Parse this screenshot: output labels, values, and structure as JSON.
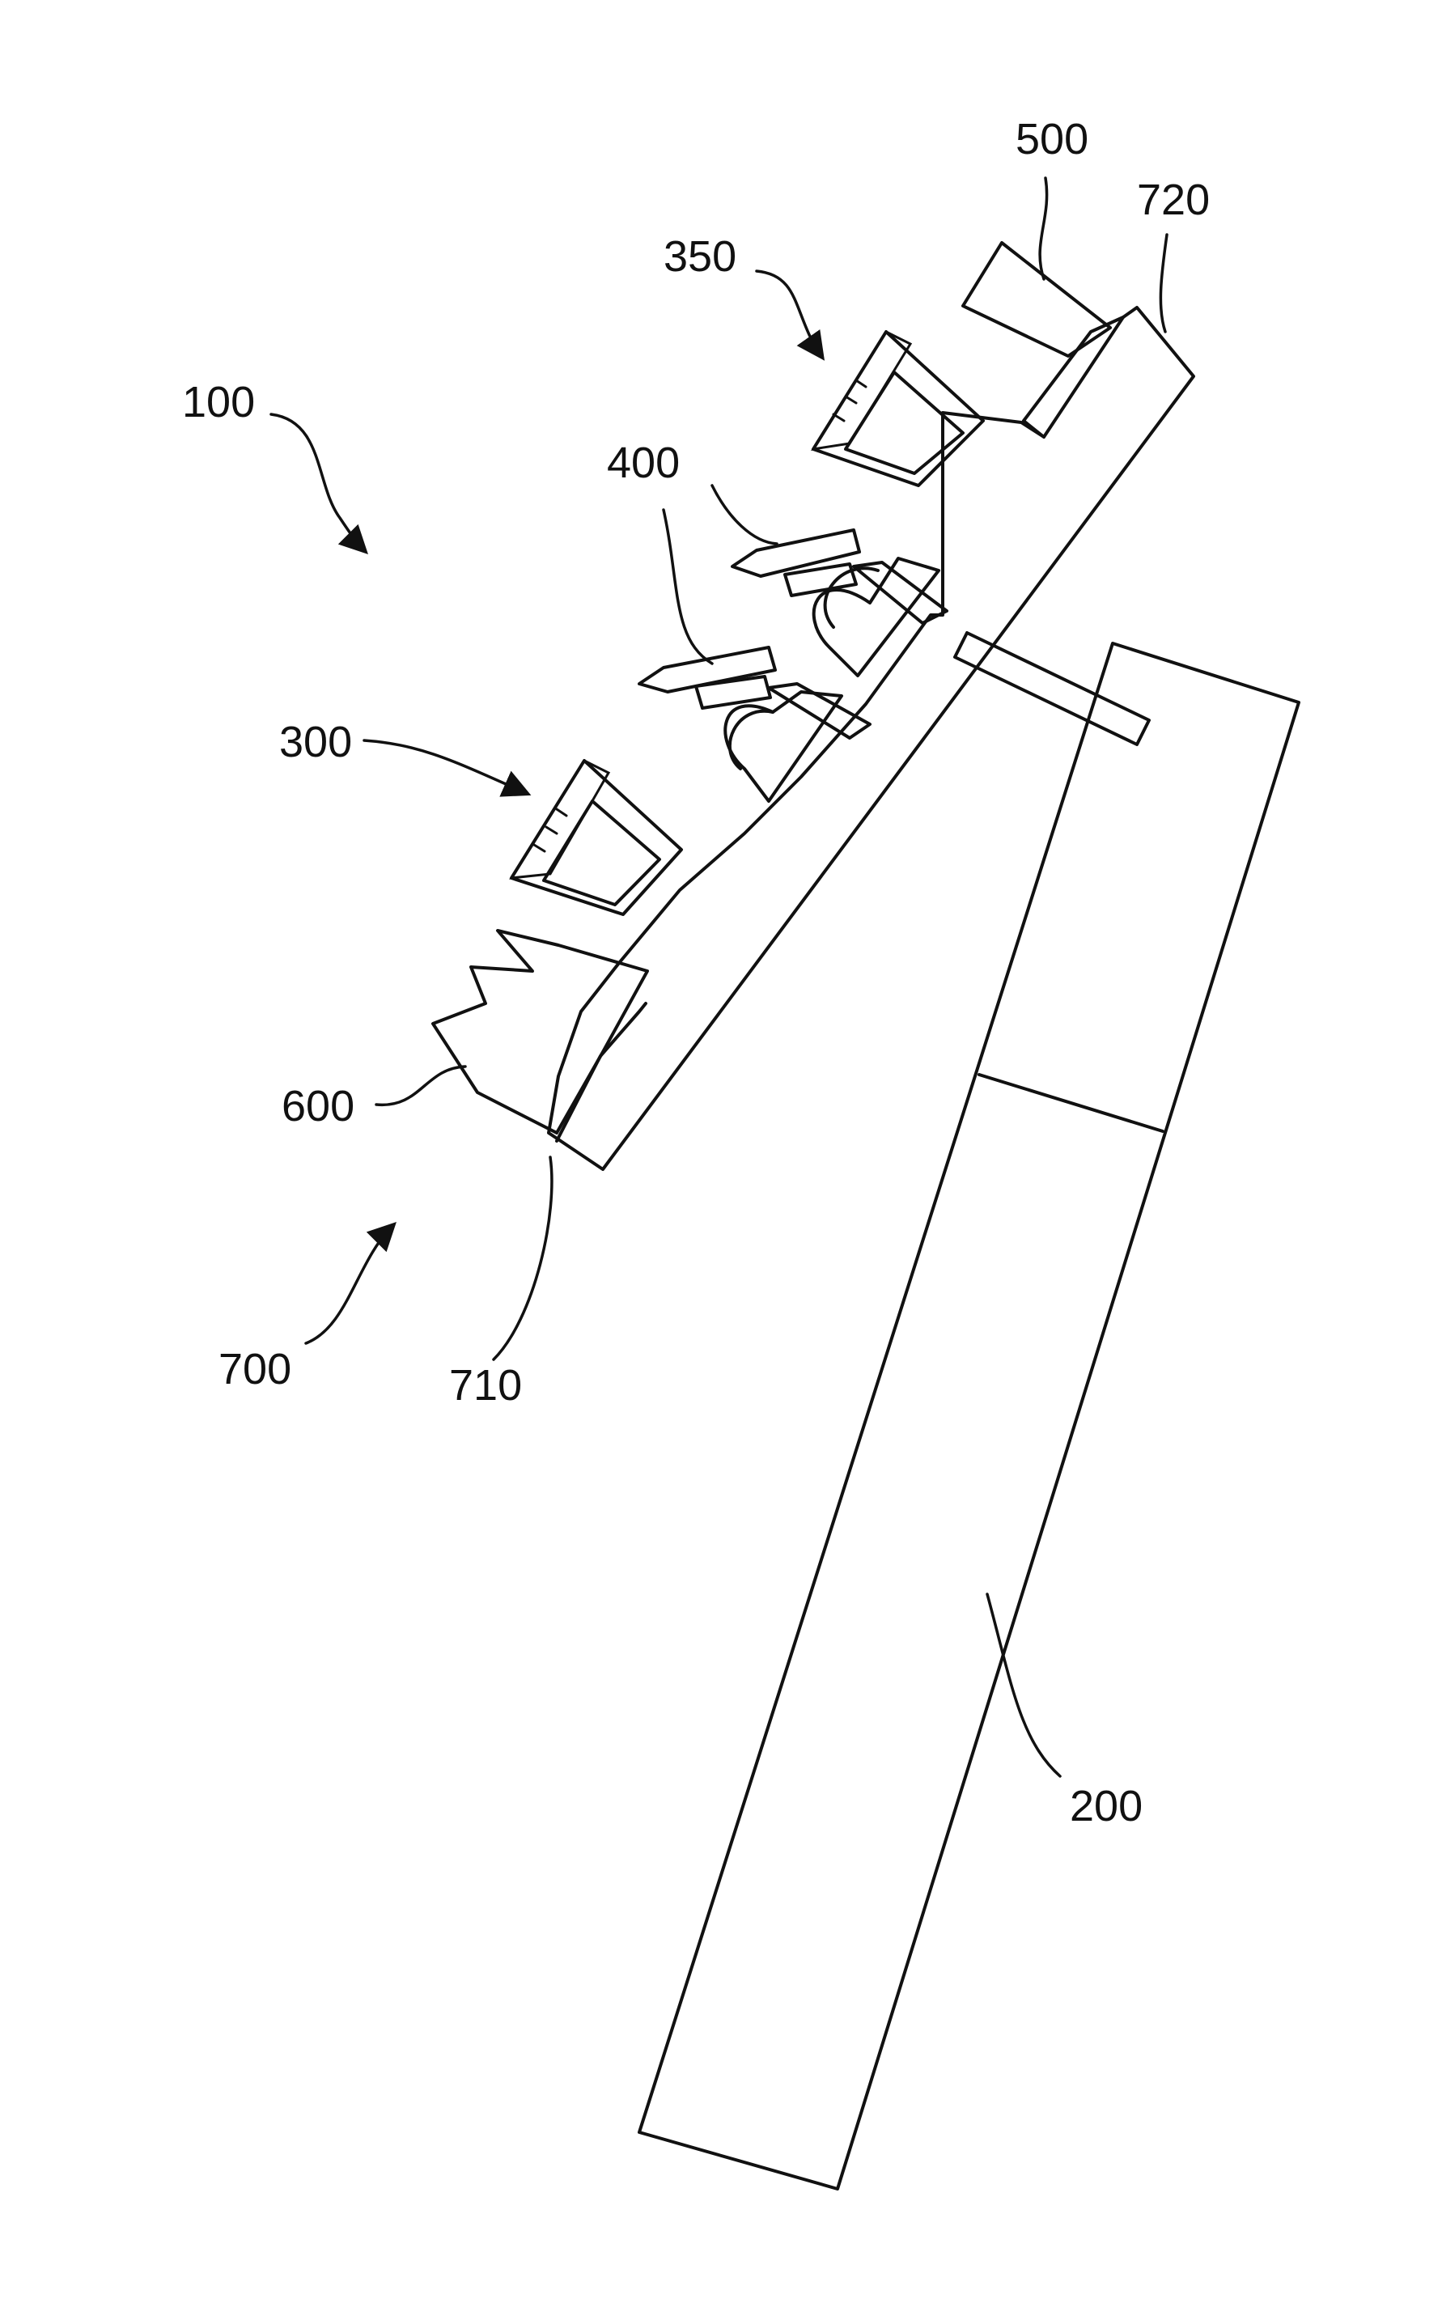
{
  "figure": {
    "labels": {
      "l100": "100",
      "l200": "200",
      "l300": "300",
      "l350": "350",
      "l400": "400",
      "l500": "500",
      "l600": "600",
      "l700": "700",
      "l710": "710",
      "l720": "720"
    }
  }
}
